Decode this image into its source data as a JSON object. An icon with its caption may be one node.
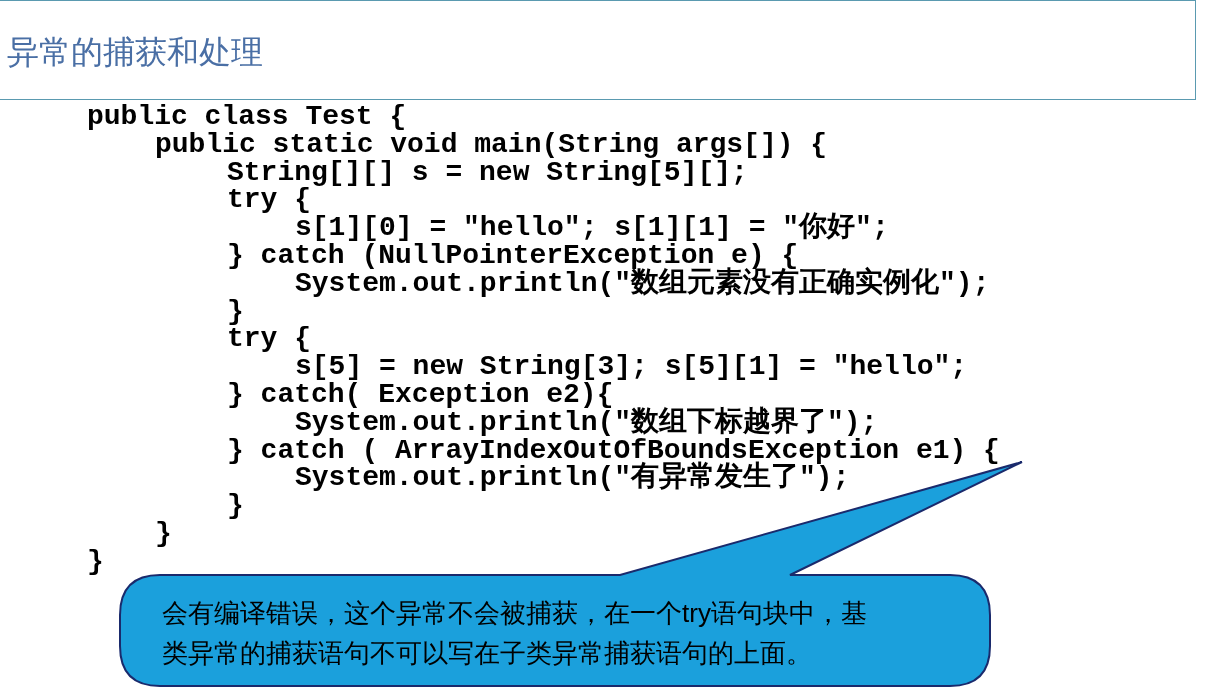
{
  "diagram": {
    "title": "异常的捕获和处理",
    "nodes": [
      {
        "text": [
          "会有编译错误，这个异常不会被捕获，在一个try语句块中，基类异常的捕获语句不可以写在子类异常捕获语句的上面。"
        ]
      }
    ],
    "labels": [
      "public class Test {",
      "public static void main(String args[]) {",
      "String[][] s = new String[5][];",
      "try {",
      "s[1][0] = \"hello\"; s[1][1] = \"你好\";",
      "} catch (NullPointerException e) {",
      "System.out.println(\"数组元素没有正确实例化\");",
      "}",
      "try {",
      "s[5] = new String[3]; s[5][1] = \"hello\";",
      "} catch( Exception e2){",
      "System.out.println(\"数组下标越界了\");",
      "} catch ( ArrayIndexOutOfBoundsException e1) {",
      "System.out.println(\"有异常发生了\");",
      "}",
      "}",
      "}"
    ]
  }
}
